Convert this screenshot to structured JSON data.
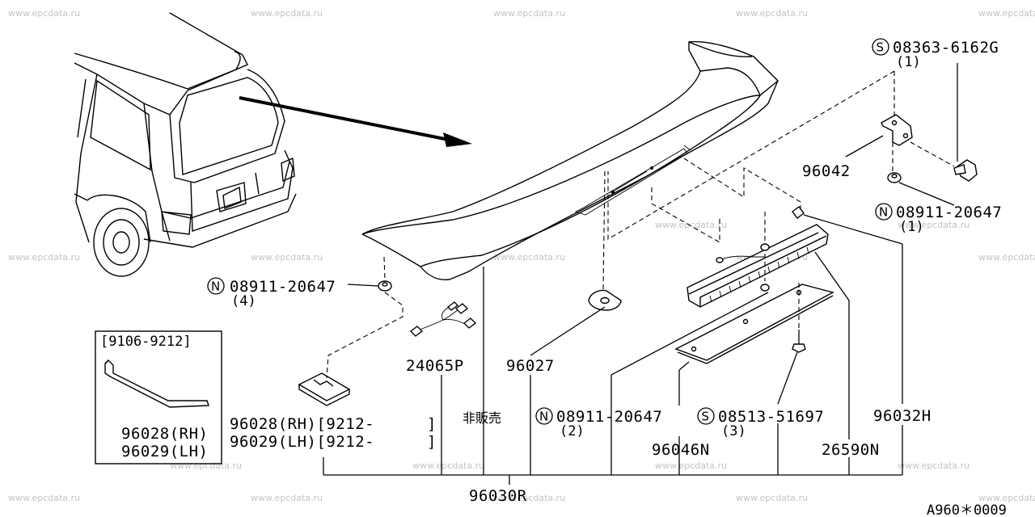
{
  "watermark": "www.epcdata.ru",
  "labels": {
    "bolt_part": "08363-6162G",
    "bolt_qty": "(1)",
    "bolt_prefix": "S",
    "bracket": "96042",
    "nut_right_part": "08911-20647",
    "nut_right_qty": "(1)",
    "nut_right_prefix": "N",
    "nut_left_part": "08911-20647",
    "nut_left_qty": "(4)",
    "nut_left_prefix": "N",
    "harness": "24065P",
    "seal": "96027",
    "not_for_sale": "非販売",
    "nut_center_part": "08911-20647",
    "nut_center_qty": "(2)",
    "nut_center_prefix": "N",
    "screw_part": "08513-51697",
    "screw_qty": "(3)",
    "screw_prefix": "S",
    "lamp_housing": "96032H",
    "lamp_cover": "96046N",
    "lamp": "26590N",
    "pad_rh": "96028(RH)[9212-",
    "pad_lh": "96029(LH)[9212-",
    "pad_bracket_end": "]",
    "spoiler_assy": "96030R",
    "inset_range": "[9106-9212]",
    "inset_rh": "96028(RH)",
    "inset_lh": "96029(LH)",
    "diagram_code": "A960＊0009"
  }
}
